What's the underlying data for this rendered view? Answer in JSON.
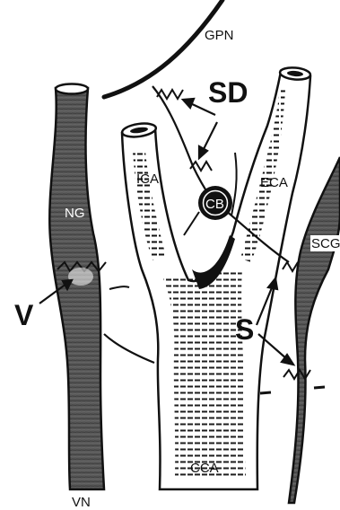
{
  "labels": {
    "gpn": "GPN",
    "sd": "SD",
    "ica": "ICA",
    "eca": "ECA",
    "cb": "CB",
    "ng": "NG",
    "scg": "SCG",
    "v": "V",
    "s": "S",
    "cca": "CCA",
    "vn": "VN"
  },
  "colors": {
    "ink": "#111111",
    "nerve_fill": "#555555",
    "background": "#ffffff"
  }
}
